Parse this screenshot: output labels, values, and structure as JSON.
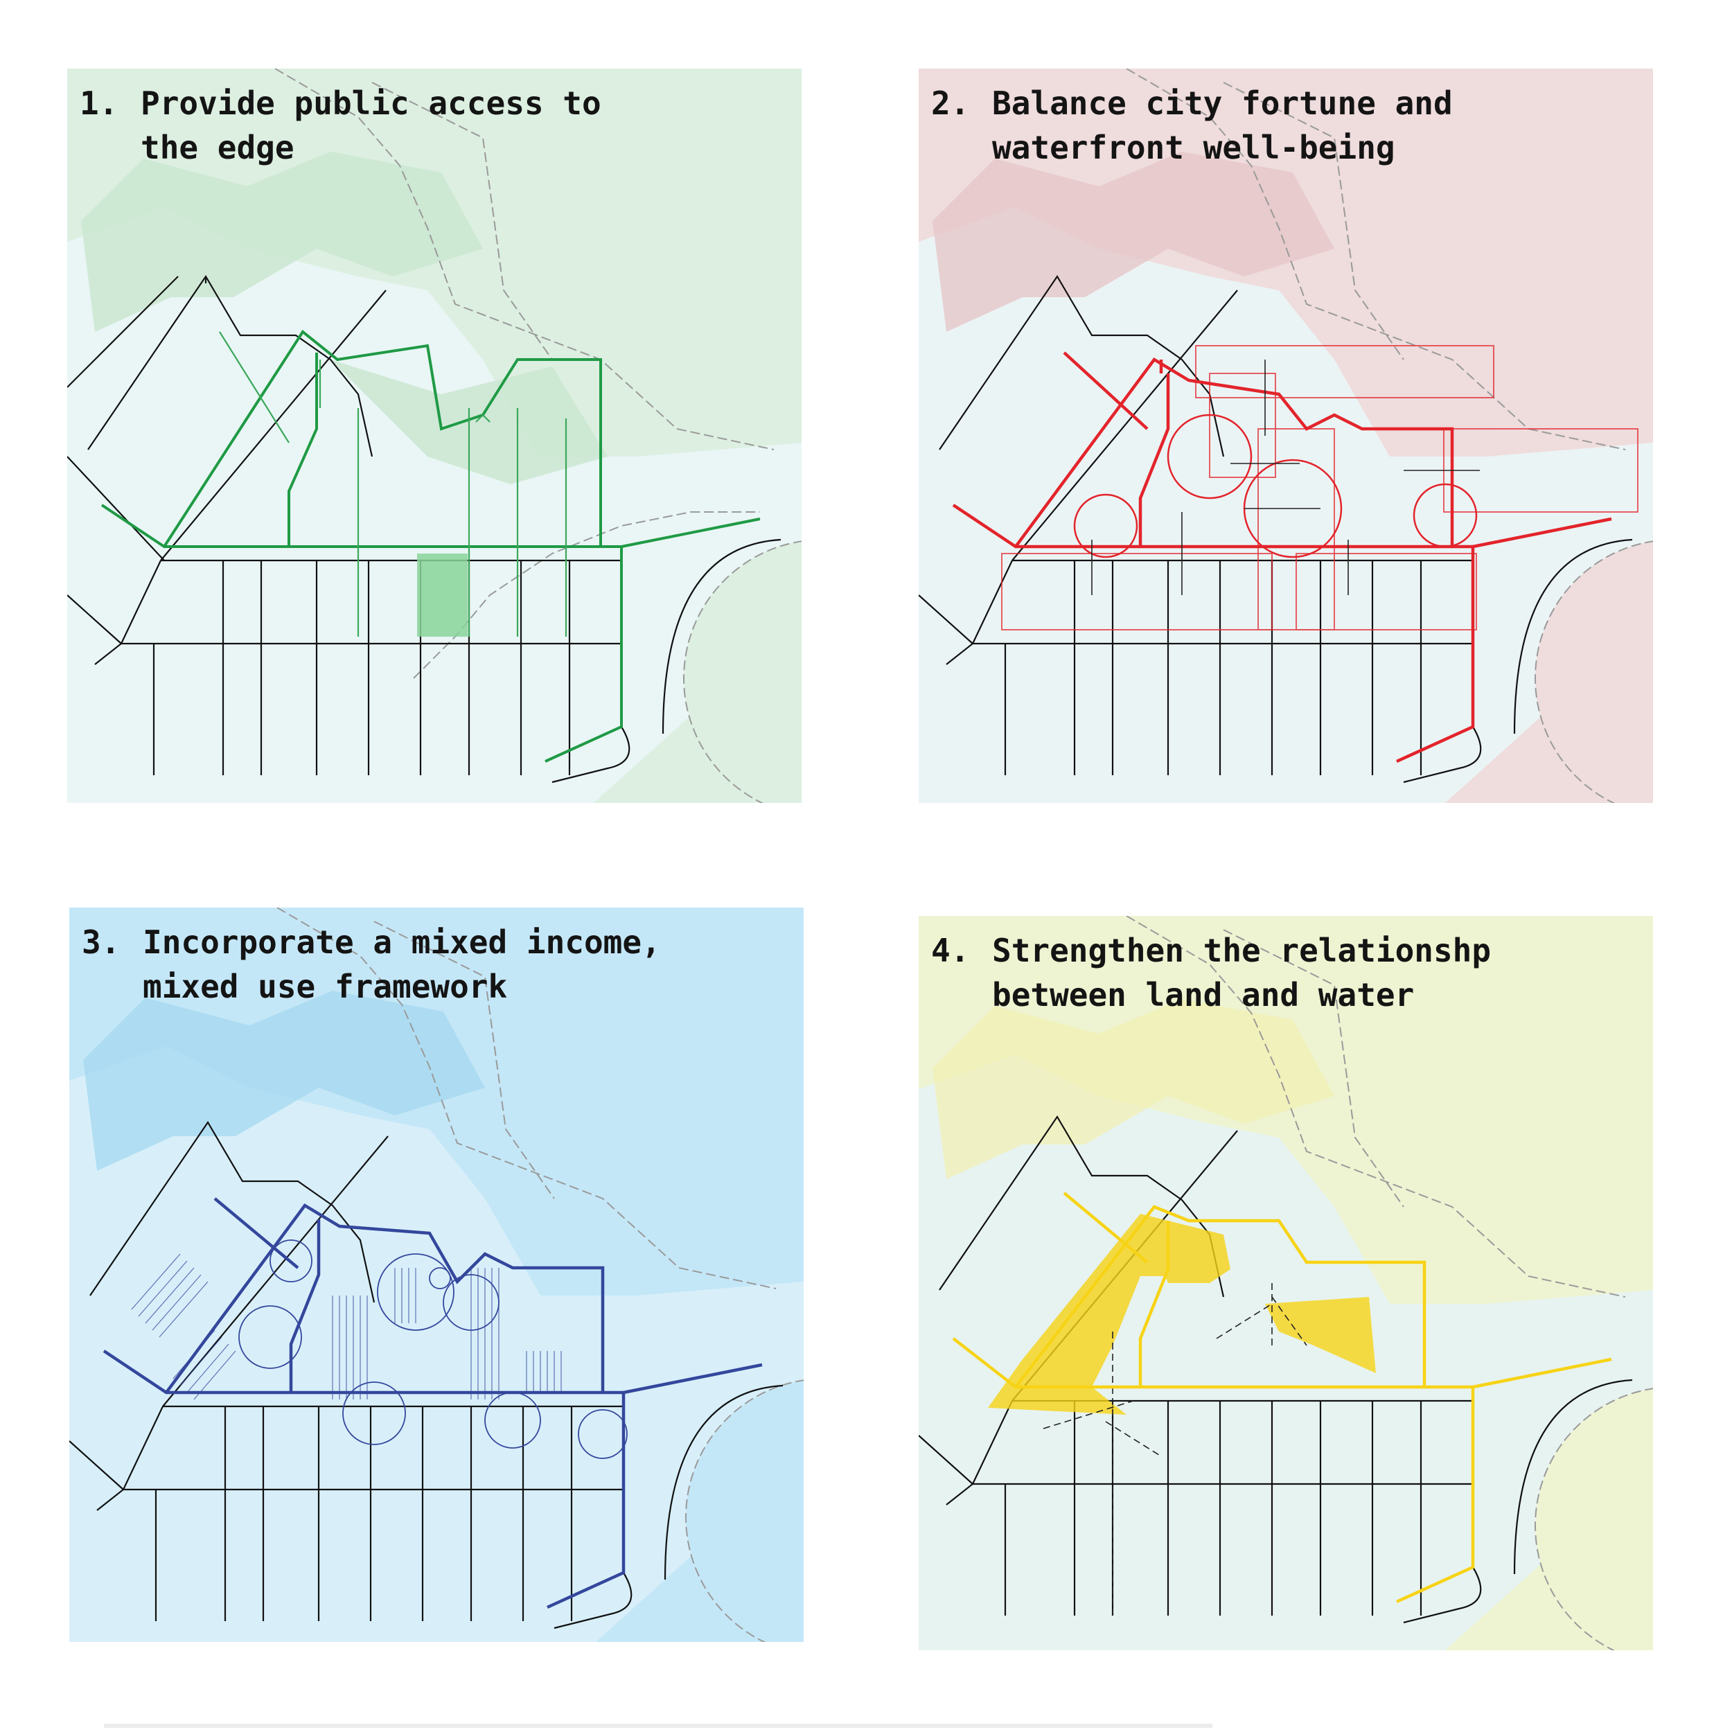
{
  "panels": [
    {
      "number": "1.",
      "line1": "Provide public access to",
      "line2": "the edge",
      "tint": "#dcefe1",
      "accent": "#1f9a45"
    },
    {
      "number": "2.",
      "line1": "Balance city fortune and",
      "line2": "waterfront well-being",
      "tint": "#efdcdc",
      "accent": "#e3242b"
    },
    {
      "number": "3.",
      "line1": "Incorporate a mixed income,",
      "line2": "mixed use framework",
      "tint": "#c4e7f7",
      "accent": "#34479c"
    },
    {
      "number": "4.",
      "line1": "Strengthen the relationshp",
      "line2": "between land and water",
      "tint": "#eef4d2",
      "accent": "#f7d316"
    }
  ]
}
